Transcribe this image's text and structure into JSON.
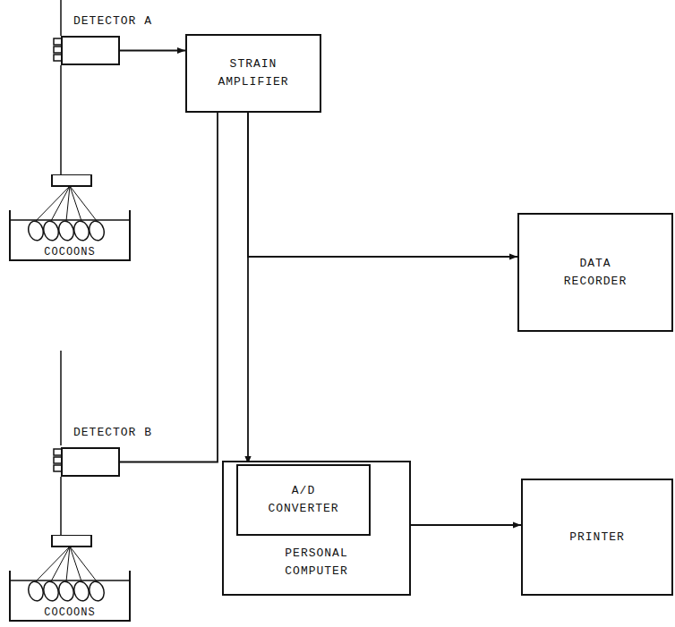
{
  "diagram": {
    "nodes": [
      {
        "text": [
          "DETECTOR A"
        ]
      },
      {
        "text": [
          "COCOONS"
        ]
      },
      {
        "text": [
          "STRAIN AMPLIFIER"
        ]
      },
      {
        "text": [
          "DATA RECORDER"
        ]
      },
      {
        "text": [
          "DETECTOR B"
        ]
      },
      {
        "text": [
          "PERSONAL COMPUTER"
        ]
      },
      {
        "text": [
          "A/D CONVERTER"
        ],
        "in": 5
      },
      {
        "text": [
          "PRINTER"
        ]
      },
      {
        "text": [
          "COCOONS"
        ]
      }
    ],
    "edges": [
      {
        "from": 0,
        "to": 2,
        "arrow": "to"
      },
      {
        "from": 4,
        "to": 2,
        "arrow": "to"
      },
      {
        "from": 2,
        "to": 3,
        "arrow": "to"
      },
      {
        "from": 2,
        "to": 6,
        "arrow": "to"
      },
      {
        "from": 5,
        "to": 7,
        "arrow": "to"
      },
      {
        "from": 0,
        "to": 1,
        "arrow": "none"
      },
      {
        "from": 4,
        "to": 8,
        "arrow": "none"
      }
    ]
  }
}
